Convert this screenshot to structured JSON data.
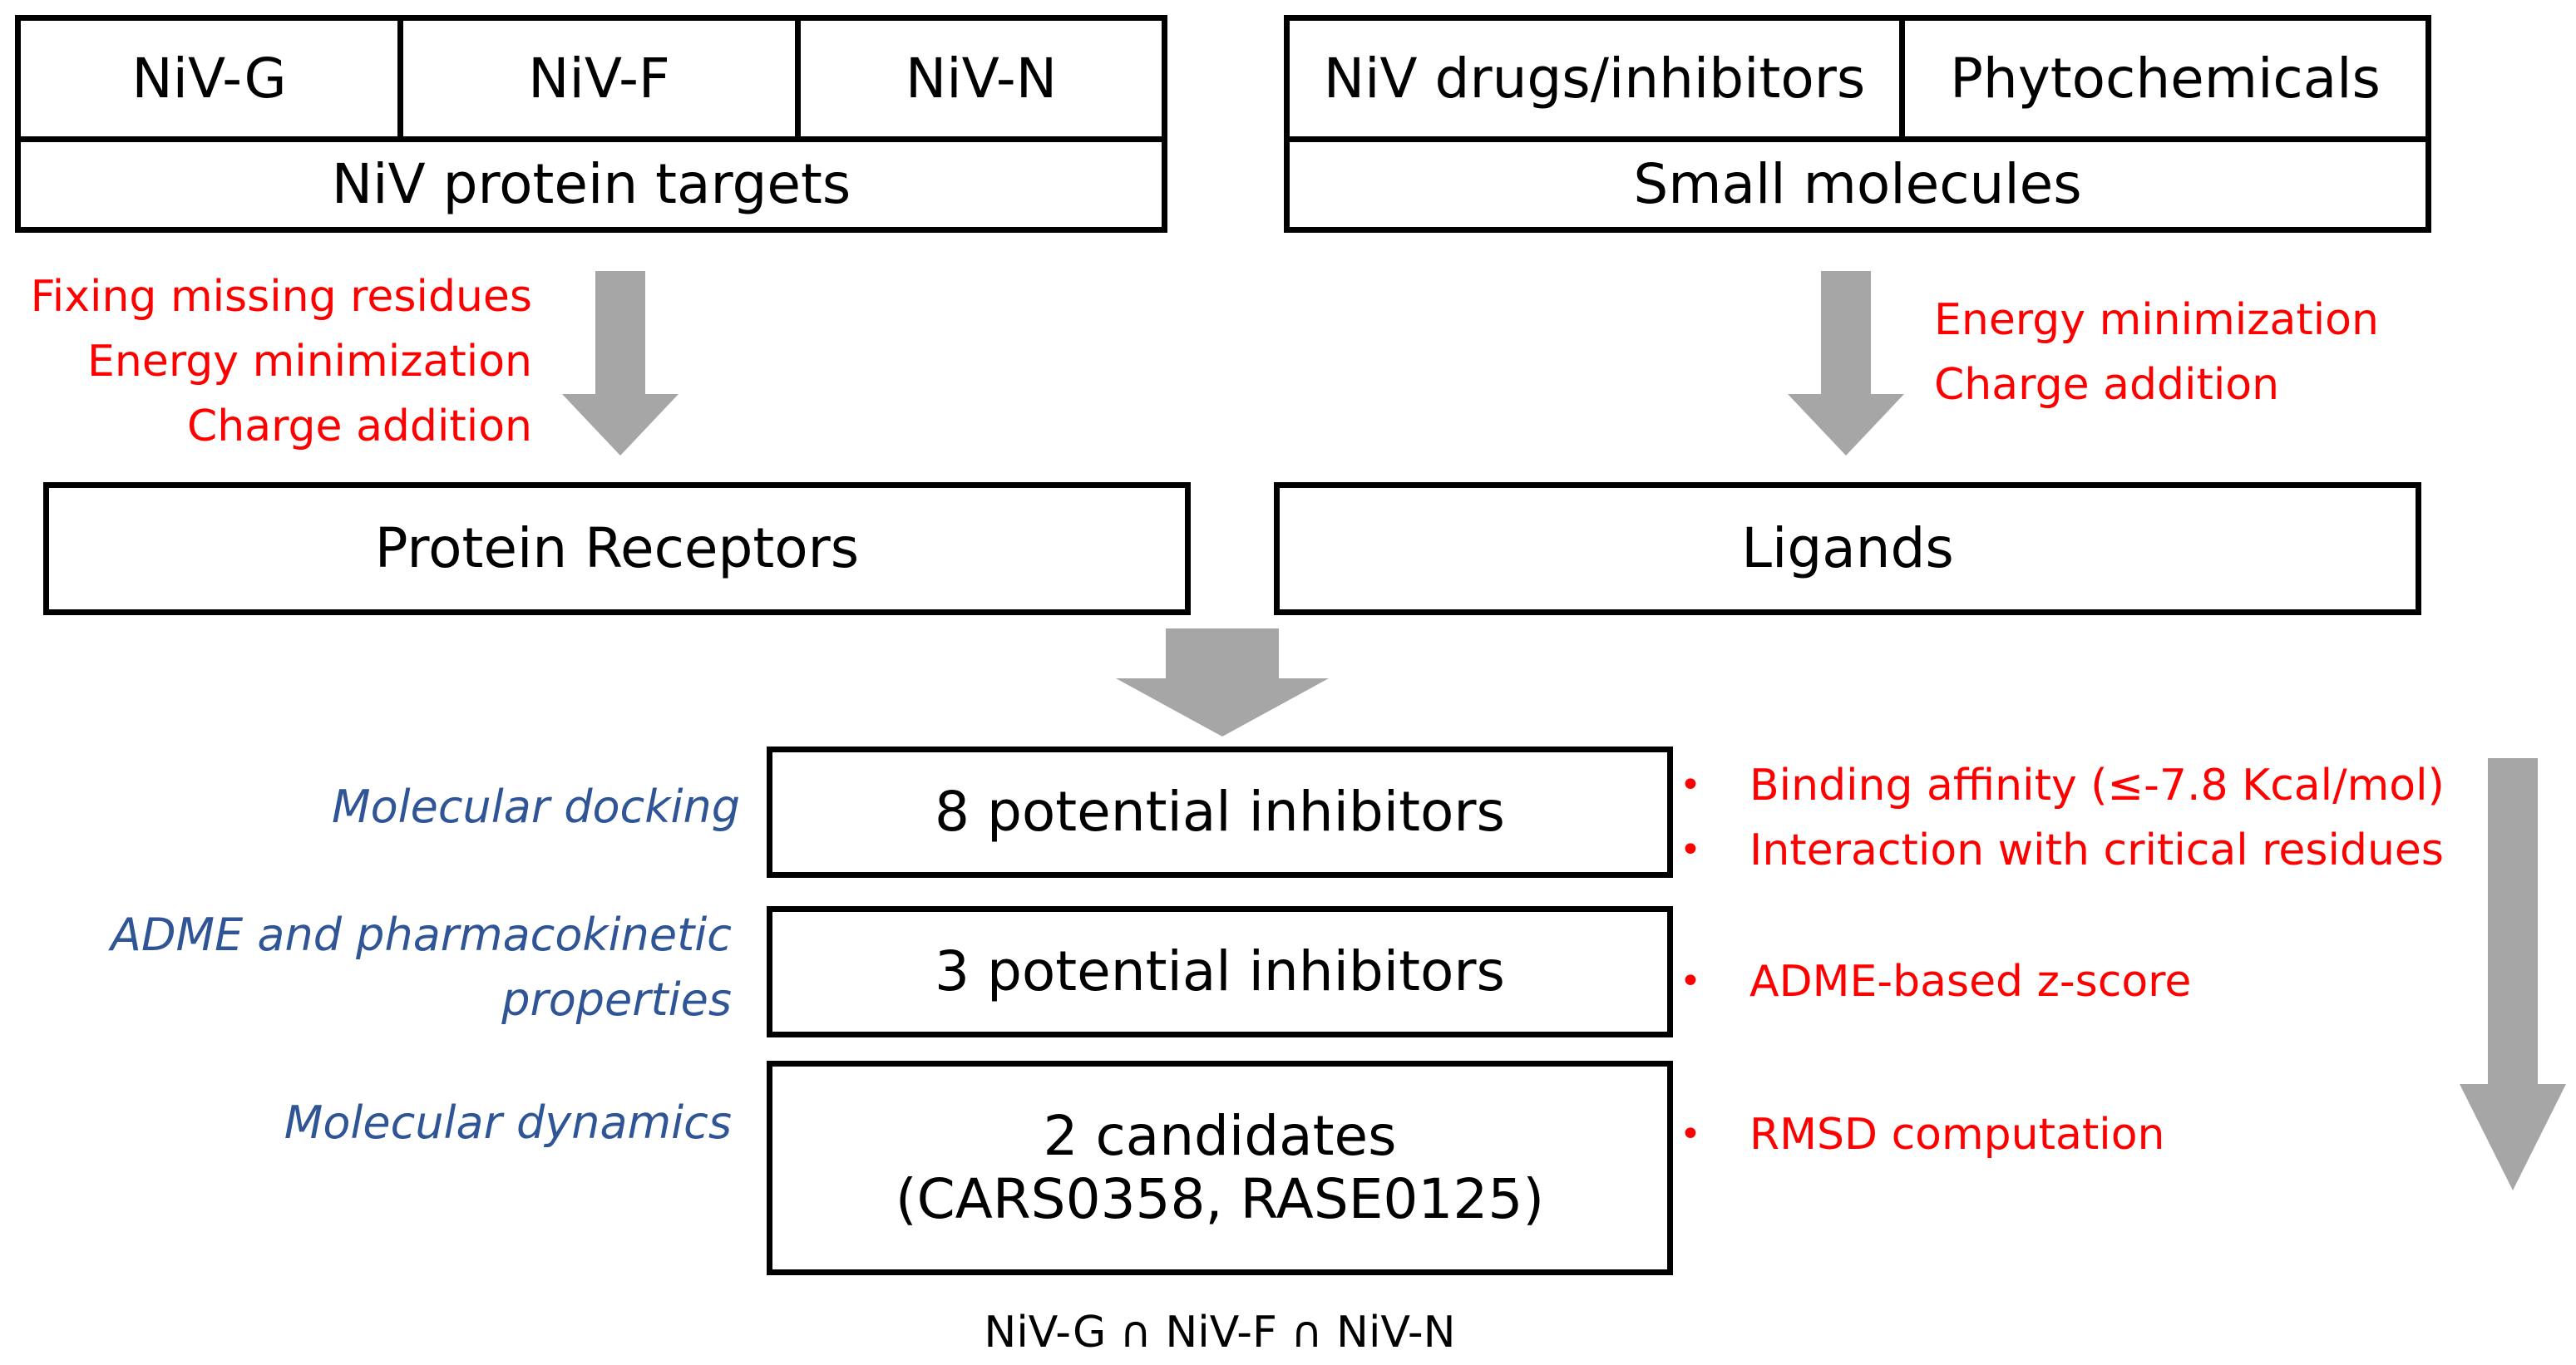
{
  "protein_targets": {
    "items": [
      "NiV-G",
      "NiV-F",
      "NiV-N"
    ],
    "label": "NiV protein targets"
  },
  "small_molecules": {
    "items": [
      "NiV drugs/inhibitors",
      "Phytochemicals"
    ],
    "label": "Small molecules"
  },
  "protein_prep_steps": [
    "Fixing missing residues",
    "Energy minimization",
    "Charge addition"
  ],
  "ligand_prep_steps": [
    "Energy minimization",
    "Charge addition"
  ],
  "receptors_label": "Protein Receptors",
  "ligands_label": "Ligands",
  "stages": [
    {
      "method": [
        "Molecular docking"
      ],
      "result": [
        "8 potential inhibitors"
      ],
      "criteria": [
        "Binding affinity (≤-7.8 Kcal/mol)",
        "Interaction with critical residues"
      ]
    },
    {
      "method": [
        "ADME and pharmacokinetic",
        "properties"
      ],
      "result": [
        "3 potential inhibitors"
      ],
      "criteria": [
        "ADME-based z-score"
      ]
    },
    {
      "method": [
        "Molecular dynamics"
      ],
      "result": [
        "2 candidates",
        "(CARS0358, RASE0125)"
      ],
      "criteria": [
        "RMSD computation"
      ]
    }
  ],
  "bullet_glyph": "•",
  "footer": "NiV-G ∩ NiV-F ∩ NiV-N",
  "colors": {
    "annotation": "#ff0000",
    "method": "#2f5597",
    "arrow": "#a6a6a6",
    "border": "#000000"
  }
}
